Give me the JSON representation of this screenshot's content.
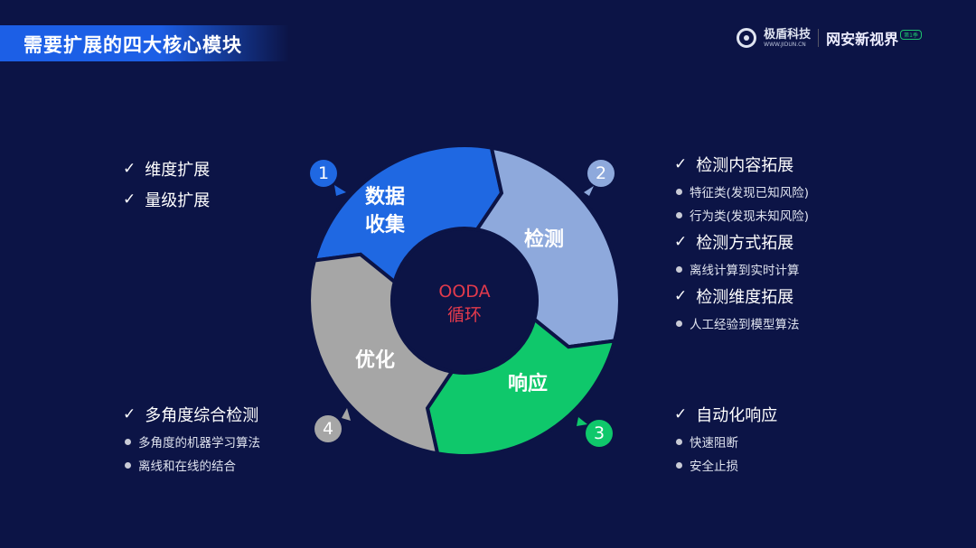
{
  "title": "需要扩展的四大核心模块",
  "logo": {
    "brand": "极盾科技",
    "url_text": "WWW.JIDUN.CN",
    "show": "网安新视界",
    "badge": "第1季"
  },
  "colors": {
    "bg": "#0c1446",
    "seg1": "#1f68e2",
    "seg2": "#8ea9dc",
    "seg3": "#0fc86b",
    "seg4": "#a6a6a6",
    "center_text": "#e23a4c"
  },
  "center": {
    "line1": "OODA",
    "line2": "循环"
  },
  "segments": [
    {
      "num": "1",
      "line1": "数据",
      "line2": "收集"
    },
    {
      "num": "2",
      "line1": "检测",
      "line2": ""
    },
    {
      "num": "3",
      "line1": "响应",
      "line2": ""
    },
    {
      "num": "4",
      "line1": "优化",
      "line2": ""
    }
  ],
  "check": "✓",
  "top_left": {
    "items": [
      "维度扩展",
      "量级扩展"
    ]
  },
  "top_right": {
    "groups": [
      {
        "head": "检测内容拓展",
        "subs": [
          "特征类(发现已知风险)",
          "行为类(发现未知风险)"
        ]
      },
      {
        "head": "检测方式拓展",
        "subs": [
          "离线计算到实时计算"
        ]
      },
      {
        "head": "检测维度拓展",
        "subs": [
          "人工经验到模型算法"
        ]
      }
    ]
  },
  "bottom_left": {
    "head": "多角度综合检测",
    "subs": [
      "多角度的机器学习算法",
      "离线和在线的结合"
    ]
  },
  "bottom_right": {
    "head": "自动化响应",
    "subs": [
      "快速阻断",
      "安全止损"
    ]
  }
}
